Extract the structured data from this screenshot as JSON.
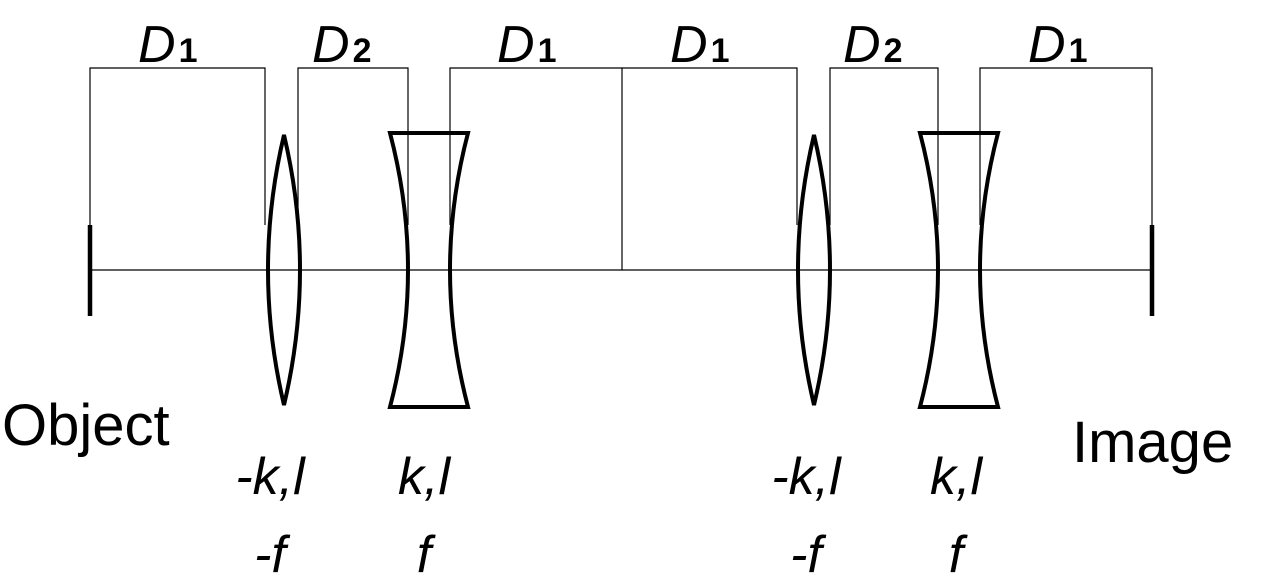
{
  "labels": {
    "object": "Object",
    "image": "Image"
  },
  "spacings": [
    {
      "symbol": "D",
      "subscript": "1"
    },
    {
      "symbol": "D",
      "subscript": "2"
    },
    {
      "symbol": "D",
      "subscript": "1"
    },
    {
      "symbol": "D",
      "subscript": "1"
    },
    {
      "symbol": "D",
      "subscript": "2"
    },
    {
      "symbol": "D",
      "subscript": "1"
    }
  ],
  "lenses": [
    {
      "type": "converging",
      "params": "-k,l",
      "focal": "-f"
    },
    {
      "type": "diverging",
      "params": "k,l",
      "focal": "f"
    },
    {
      "type": "converging",
      "params": "-k,l",
      "focal": "-f"
    },
    {
      "type": "diverging",
      "params": "k,l",
      "focal": "f"
    }
  ]
}
